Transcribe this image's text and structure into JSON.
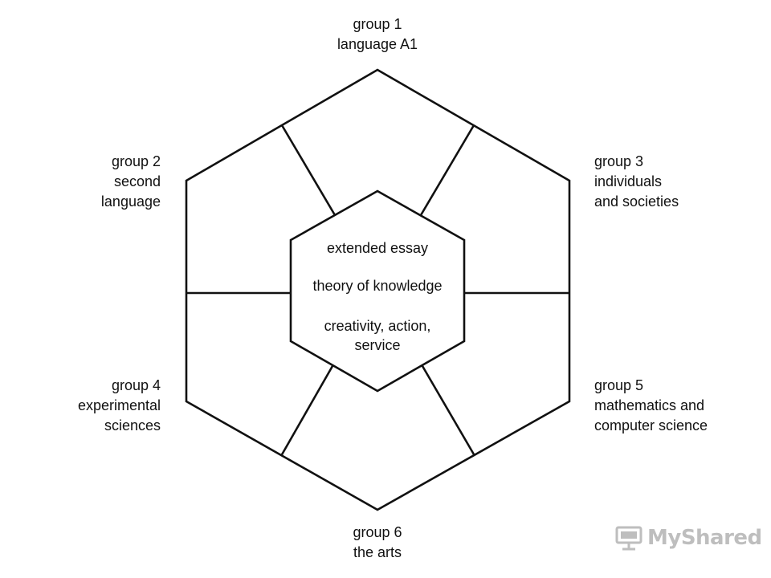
{
  "groups": {
    "g1": {
      "line1": "group 1",
      "line2": "language A1"
    },
    "g2": {
      "line1": "group 2",
      "line2": "second",
      "line3": "language"
    },
    "g3": {
      "line1": "group 3",
      "line2": "individuals",
      "line3": "and societies"
    },
    "g4": {
      "line1": "group 4",
      "line2": "experimental",
      "line3": "sciences"
    },
    "g5": {
      "line1": "group 5",
      "line2": "mathematics and",
      "line3": "computer science"
    },
    "g6": {
      "line1": "group 6",
      "line2": "the arts"
    }
  },
  "core": {
    "item1": "extended essay",
    "item2": "theory of knowledge",
    "item3_line1": "creativity, action,",
    "item3_line2": "service"
  },
  "watermark": {
    "text": "MyShared",
    "color": "#8a8a8a"
  },
  "colors": {
    "line": "#111111",
    "background": "#ffffff"
  }
}
